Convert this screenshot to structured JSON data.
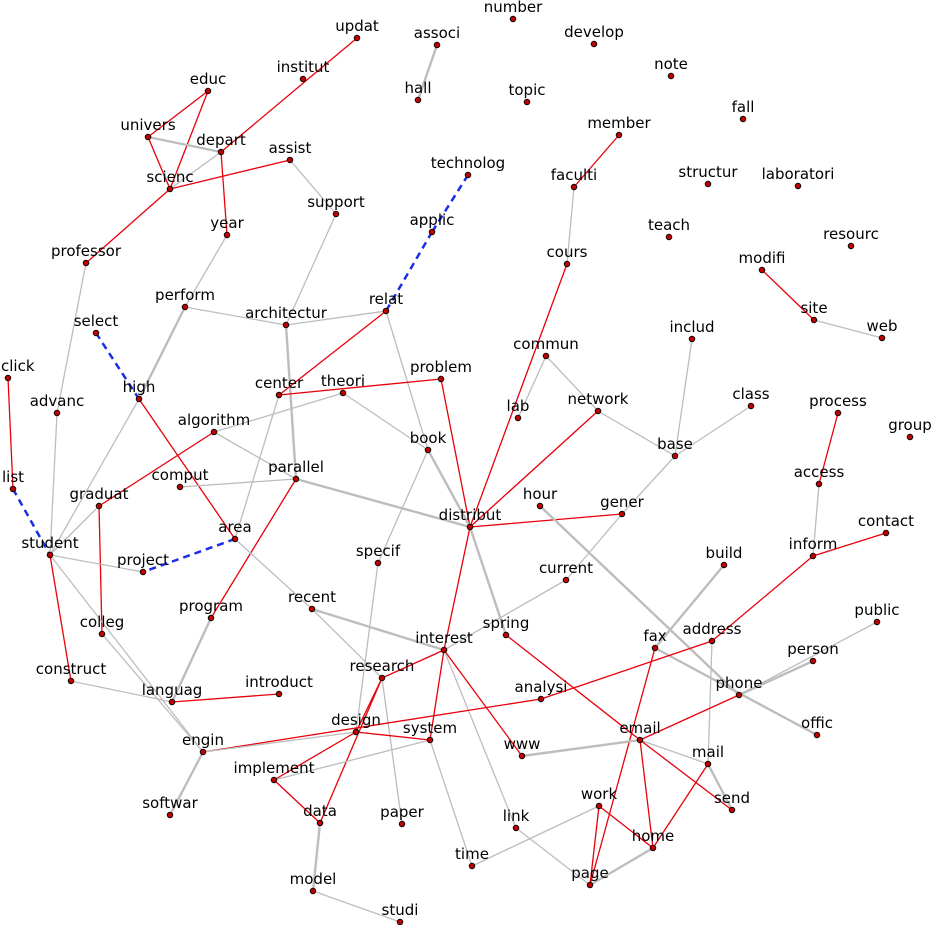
{
  "colors": {
    "gray_edge": "#bdbdbd",
    "red_edge": "#e8000b",
    "blue_edge": "#1a2ee8",
    "node_fill": "#c00000",
    "node_stroke": "#000000"
  },
  "nodes": [
    {
      "id": "updat",
      "label": "updat"
    },
    {
      "id": "associ",
      "label": "associ"
    },
    {
      "id": "number",
      "label": "number"
    },
    {
      "id": "develop",
      "label": "develop"
    },
    {
      "id": "educ",
      "label": "educ"
    },
    {
      "id": "institut",
      "label": "institut"
    },
    {
      "id": "hall",
      "label": "hall"
    },
    {
      "id": "topic",
      "label": "topic"
    },
    {
      "id": "note",
      "label": "note"
    },
    {
      "id": "univers",
      "label": "univers"
    },
    {
      "id": "depart",
      "label": "depart"
    },
    {
      "id": "member",
      "label": "member"
    },
    {
      "id": "fall",
      "label": "fall"
    },
    {
      "id": "assist",
      "label": "assist"
    },
    {
      "id": "technolog",
      "label": "technolog"
    },
    {
      "id": "scienc",
      "label": "scienc"
    },
    {
      "id": "faculti",
      "label": "faculti"
    },
    {
      "id": "structur",
      "label": "structur"
    },
    {
      "id": "laboratori",
      "label": "laboratori"
    },
    {
      "id": "support",
      "label": "support"
    },
    {
      "id": "year",
      "label": "year"
    },
    {
      "id": "applic",
      "label": "applic"
    },
    {
      "id": "teach",
      "label": "teach"
    },
    {
      "id": "resourc",
      "label": "resourc"
    },
    {
      "id": "professor",
      "label": "professor"
    },
    {
      "id": "cours",
      "label": "cours"
    },
    {
      "id": "modifi",
      "label": "modifi"
    },
    {
      "id": "perform",
      "label": "perform"
    },
    {
      "id": "relat",
      "label": "relat"
    },
    {
      "id": "architectur",
      "label": "architectur"
    },
    {
      "id": "site",
      "label": "site"
    },
    {
      "id": "web",
      "label": "web"
    },
    {
      "id": "select",
      "label": "select"
    },
    {
      "id": "includ",
      "label": "includ"
    },
    {
      "id": "commun",
      "label": "commun"
    },
    {
      "id": "click",
      "label": "click"
    },
    {
      "id": "problem",
      "label": "problem"
    },
    {
      "id": "high",
      "label": "high"
    },
    {
      "id": "center",
      "label": "center"
    },
    {
      "id": "theori",
      "label": "theori"
    },
    {
      "id": "class",
      "label": "class"
    },
    {
      "id": "process",
      "label": "process"
    },
    {
      "id": "advanc",
      "label": "advanc"
    },
    {
      "id": "network",
      "label": "network"
    },
    {
      "id": "lab",
      "label": "lab"
    },
    {
      "id": "algorithm",
      "label": "algorithm"
    },
    {
      "id": "group",
      "label": "group"
    },
    {
      "id": "book",
      "label": "book"
    },
    {
      "id": "base",
      "label": "base"
    },
    {
      "id": "parallel",
      "label": "parallel"
    },
    {
      "id": "access",
      "label": "access"
    },
    {
      "id": "comput",
      "label": "comput"
    },
    {
      "id": "list",
      "label": "list"
    },
    {
      "id": "hour",
      "label": "hour"
    },
    {
      "id": "graduat",
      "label": "graduat"
    },
    {
      "id": "gener",
      "label": "gener"
    },
    {
      "id": "distribut",
      "label": "distribut"
    },
    {
      "id": "contact",
      "label": "contact"
    },
    {
      "id": "area",
      "label": "area"
    },
    {
      "id": "inform",
      "label": "inform"
    },
    {
      "id": "student",
      "label": "student"
    },
    {
      "id": "build",
      "label": "build"
    },
    {
      "id": "specif",
      "label": "specif"
    },
    {
      "id": "project",
      "label": "project"
    },
    {
      "id": "current",
      "label": "current"
    },
    {
      "id": "recent",
      "label": "recent"
    },
    {
      "id": "program",
      "label": "program"
    },
    {
      "id": "public",
      "label": "public"
    },
    {
      "id": "colleg",
      "label": "colleg"
    },
    {
      "id": "spring",
      "label": "spring"
    },
    {
      "id": "fax",
      "label": "fax"
    },
    {
      "id": "address",
      "label": "address"
    },
    {
      "id": "interest",
      "label": "interest"
    },
    {
      "id": "person",
      "label": "person"
    },
    {
      "id": "construct",
      "label": "construct"
    },
    {
      "id": "research",
      "label": "research"
    },
    {
      "id": "introduct",
      "label": "introduct"
    },
    {
      "id": "phone",
      "label": "phone"
    },
    {
      "id": "analysi",
      "label": "analysi"
    },
    {
      "id": "languag",
      "label": "languag"
    },
    {
      "id": "offic",
      "label": "offic"
    },
    {
      "id": "design",
      "label": "design"
    },
    {
      "id": "email",
      "label": "email"
    },
    {
      "id": "system",
      "label": "system"
    },
    {
      "id": "engin",
      "label": "engin"
    },
    {
      "id": "www",
      "label": "www"
    },
    {
      "id": "mail",
      "label": "mail"
    },
    {
      "id": "implement",
      "label": "implement"
    },
    {
      "id": "send",
      "label": "send"
    },
    {
      "id": "work",
      "label": "work"
    },
    {
      "id": "softwar",
      "label": "softwar"
    },
    {
      "id": "data",
      "label": "data"
    },
    {
      "id": "paper",
      "label": "paper"
    },
    {
      "id": "link",
      "label": "link"
    },
    {
      "id": "home",
      "label": "home"
    },
    {
      "id": "time",
      "label": "time"
    },
    {
      "id": "page",
      "label": "page"
    },
    {
      "id": "model",
      "label": "model"
    },
    {
      "id": "studi",
      "label": "studi"
    }
  ],
  "edges": [
    [
      "associ",
      "hall",
      "gray"
    ],
    [
      "educ",
      "univers",
      "red"
    ],
    [
      "educ",
      "scienc",
      "red"
    ],
    [
      "univers",
      "scienc",
      "red"
    ],
    [
      "univers",
      "depart",
      "gray"
    ],
    [
      "depart",
      "scienc",
      "gray"
    ],
    [
      "depart",
      "year",
      "red"
    ],
    [
      "depart",
      "updat",
      "red"
    ],
    [
      "scienc",
      "professor",
      "red"
    ],
    [
      "scienc",
      "assist",
      "red"
    ],
    [
      "assist",
      "support",
      "gray"
    ],
    [
      "support",
      "architectur",
      "gray"
    ],
    [
      "year",
      "perform",
      "gray"
    ],
    [
      "professor",
      "advanc",
      "gray"
    ],
    [
      "advanc",
      "student",
      "gray"
    ],
    [
      "technolog",
      "applic",
      "blue"
    ],
    [
      "applic",
      "relat",
      "blue"
    ],
    [
      "member",
      "faculti",
      "red"
    ],
    [
      "faculti",
      "cours",
      "gray"
    ],
    [
      "cours",
      "distribut",
      "red"
    ],
    [
      "modifi",
      "site",
      "red"
    ],
    [
      "site",
      "web",
      "gray"
    ],
    [
      "perform",
      "architectur",
      "gray"
    ],
    [
      "perform",
      "high",
      "gray"
    ],
    [
      "architectur",
      "relat",
      "gray"
    ],
    [
      "architectur",
      "parallel",
      "gray"
    ],
    [
      "relat",
      "center",
      "red"
    ],
    [
      "relat",
      "book",
      "gray"
    ],
    [
      "select",
      "high",
      "blue"
    ],
    [
      "click",
      "list",
      "red"
    ],
    [
      "list",
      "student",
      "blue"
    ],
    [
      "high",
      "area",
      "red"
    ],
    [
      "high",
      "student",
      "gray"
    ],
    [
      "center",
      "problem",
      "red"
    ],
    [
      "center",
      "area",
      "gray"
    ],
    [
      "theori",
      "algorithm",
      "gray"
    ],
    [
      "theori",
      "book",
      "gray"
    ],
    [
      "problem",
      "distribut",
      "red"
    ],
    [
      "commun",
      "lab",
      "gray"
    ],
    [
      "commun",
      "network",
      "gray"
    ],
    [
      "network",
      "base",
      "gray"
    ],
    [
      "network",
      "distribut",
      "red"
    ],
    [
      "includ",
      "base",
      "gray"
    ],
    [
      "class",
      "base",
      "gray"
    ],
    [
      "base",
      "gener",
      "gray"
    ],
    [
      "process",
      "access",
      "red"
    ],
    [
      "access",
      "inform",
      "gray"
    ],
    [
      "algorithm",
      "graduat",
      "red"
    ],
    [
      "algorithm",
      "parallel",
      "gray"
    ],
    [
      "book",
      "distribut",
      "gray"
    ],
    [
      "book",
      "specif",
      "gray"
    ],
    [
      "comput",
      "parallel",
      "gray"
    ],
    [
      "parallel",
      "distribut",
      "gray"
    ],
    [
      "parallel",
      "program",
      "red"
    ],
    [
      "graduat",
      "student",
      "gray"
    ],
    [
      "graduat",
      "colleg",
      "red"
    ],
    [
      "distribut",
      "gener",
      "red"
    ],
    [
      "distribut",
      "spring",
      "gray"
    ],
    [
      "distribut",
      "interest",
      "red"
    ],
    [
      "hour",
      "phone",
      "gray"
    ],
    [
      "gener",
      "current",
      "gray"
    ],
    [
      "contact",
      "inform",
      "red"
    ],
    [
      "inform",
      "address",
      "red"
    ],
    [
      "area",
      "project",
      "blue"
    ],
    [
      "area",
      "recent",
      "gray"
    ],
    [
      "student",
      "project",
      "gray"
    ],
    [
      "student",
      "construct",
      "red"
    ],
    [
      "student",
      "engin",
      "gray"
    ],
    [
      "build",
      "fax",
      "gray"
    ],
    [
      "specif",
      "design",
      "gray"
    ],
    [
      "current",
      "interest",
      "gray"
    ],
    [
      "recent",
      "interest",
      "gray"
    ],
    [
      "recent",
      "research",
      "gray"
    ],
    [
      "program",
      "languag",
      "gray"
    ],
    [
      "public",
      "phone",
      "gray"
    ],
    [
      "spring",
      "email",
      "red"
    ],
    [
      "fax",
      "offic",
      "gray"
    ],
    [
      "fax",
      "page",
      "red"
    ],
    [
      "address",
      "mail",
      "gray"
    ],
    [
      "address",
      "analysi",
      "red"
    ],
    [
      "interest",
      "research",
      "red"
    ],
    [
      "interest",
      "system",
      "red"
    ],
    [
      "interest",
      "www",
      "red"
    ],
    [
      "interest",
      "link",
      "gray"
    ],
    [
      "construct",
      "languag",
      "gray"
    ],
    [
      "research",
      "design",
      "red"
    ],
    [
      "research",
      "paper",
      "gray"
    ],
    [
      "research",
      "data",
      "red"
    ],
    [
      "introduct",
      "languag",
      "red"
    ],
    [
      "phone",
      "email",
      "red"
    ],
    [
      "phone",
      "person",
      "gray"
    ],
    [
      "analysi",
      "engin",
      "red"
    ],
    [
      "design",
      "system",
      "red"
    ],
    [
      "design",
      "implement",
      "red"
    ],
    [
      "design",
      "engin",
      "gray"
    ],
    [
      "email",
      "www",
      "gray"
    ],
    [
      "email",
      "mail",
      "gray"
    ],
    [
      "email",
      "send",
      "red"
    ],
    [
      "email",
      "home",
      "red"
    ],
    [
      "system",
      "implement",
      "gray"
    ],
    [
      "system",
      "time",
      "gray"
    ],
    [
      "engin",
      "softwar",
      "gray"
    ],
    [
      "engin",
      "colleg",
      "gray"
    ],
    [
      "mail",
      "home",
      "red"
    ],
    [
      "mail",
      "send",
      "gray"
    ],
    [
      "implement",
      "data",
      "red"
    ],
    [
      "work",
      "page",
      "red"
    ],
    [
      "work",
      "home",
      "red"
    ],
    [
      "work",
      "time",
      "gray"
    ],
    [
      "data",
      "model",
      "gray"
    ],
    [
      "link",
      "page",
      "gray"
    ],
    [
      "home",
      "page",
      "gray"
    ],
    [
      "model",
      "studi",
      "gray"
    ]
  ]
}
